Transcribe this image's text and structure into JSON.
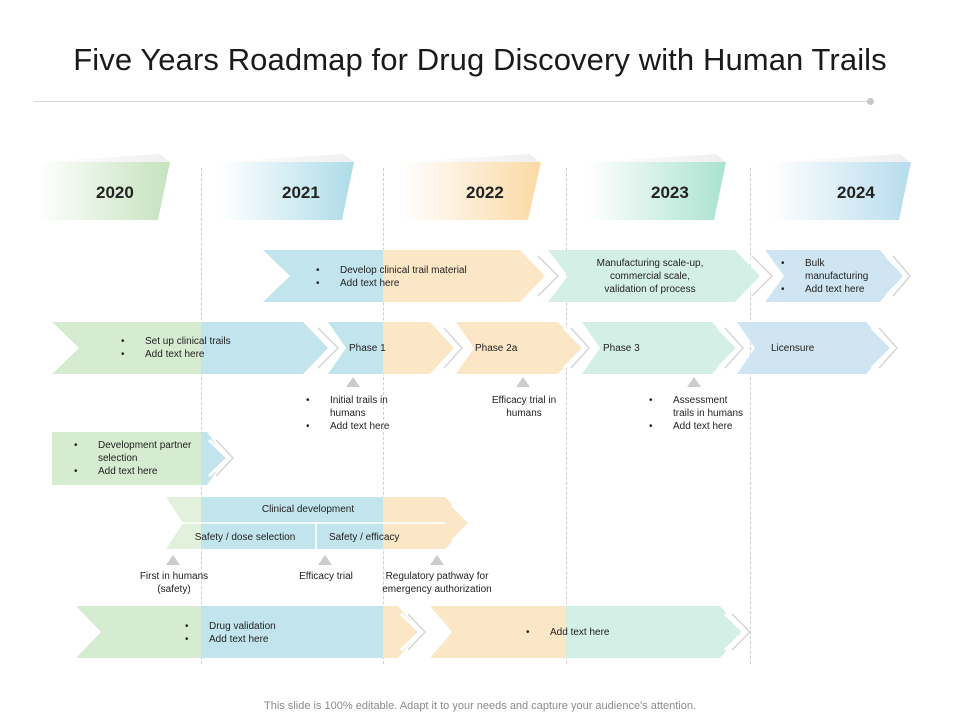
{
  "title": "Five Years Roadmap for Drug Discovery with Human Trails",
  "years": [
    "2020",
    "2021",
    "2022",
    "2023",
    "2024"
  ],
  "row1": {
    "develop": [
      "Develop clinical trail material",
      "Add text here"
    ],
    "manufacturing": "Manufacturing scale-up, commercial scale, validation of process",
    "bulk": [
      "Bulk manufacturing",
      "Add text here"
    ]
  },
  "row2": {
    "setup": [
      "Set up clinical trails",
      "Add text here"
    ],
    "phase1": "Phase 1",
    "phase2a": "Phase 2a",
    "phase3": "Phase 3",
    "licensure": "Licensure"
  },
  "row2_notes": {
    "initial": [
      "Initial trails in humans",
      "Add text here"
    ],
    "efficacy": "Efficacy trial in humans",
    "assessment": [
      "Assessment trails in humans",
      "Add text here"
    ]
  },
  "row3": {
    "partner": [
      "Development partner selection",
      "Add text here"
    ]
  },
  "row4": {
    "clinical": "Clinical development",
    "safety_dose": "Safety / dose selection",
    "safety_efficacy": "Safety / efficacy"
  },
  "row4_notes": {
    "first_in_humans": "First in humans (safety)",
    "efficacy_trial": "Efficacy trial",
    "regulatory": "Regulatory pathway for emergency authorization"
  },
  "row5": {
    "drug": [
      "Drug validation",
      "Add text here"
    ],
    "add": "Add text here"
  },
  "footer": "This slide is 100% editable. Adapt it to your needs and capture your audience's attention.",
  "colors": {
    "green": "#cfe8c8",
    "blue": "#bfe2ea",
    "peach": "#fbe6c6",
    "mint": "#cdeee3",
    "lightblue": "#c9e4f1"
  }
}
